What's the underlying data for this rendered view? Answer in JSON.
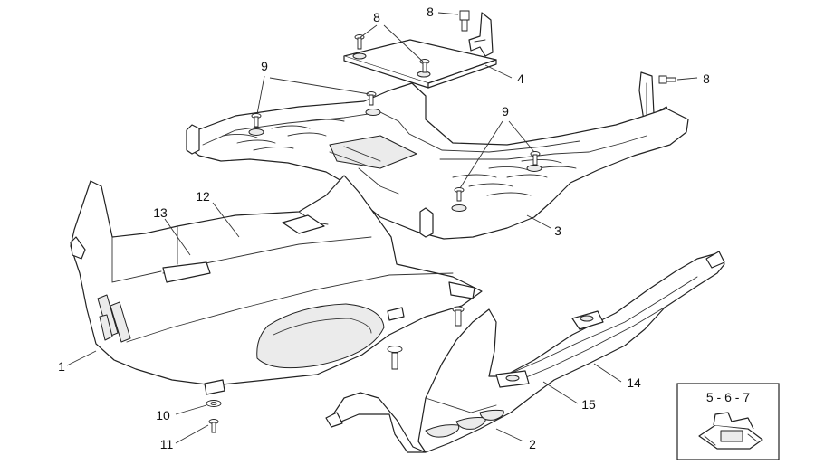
{
  "callouts": {
    "c1": "1",
    "c2": "2",
    "c3": "3",
    "c4": "4",
    "c8a": "8",
    "c8b": "8",
    "c8c": "8",
    "c9a": "9",
    "c9b": "9",
    "c10": "10",
    "c11": "11",
    "c12": "12",
    "c13": "13",
    "c14": "14",
    "c15": "15"
  },
  "inset": {
    "label": "5 - 6 - 7"
  },
  "colors": {
    "line": "#222222",
    "shade": "#ebebeb",
    "background": "#ffffff"
  }
}
